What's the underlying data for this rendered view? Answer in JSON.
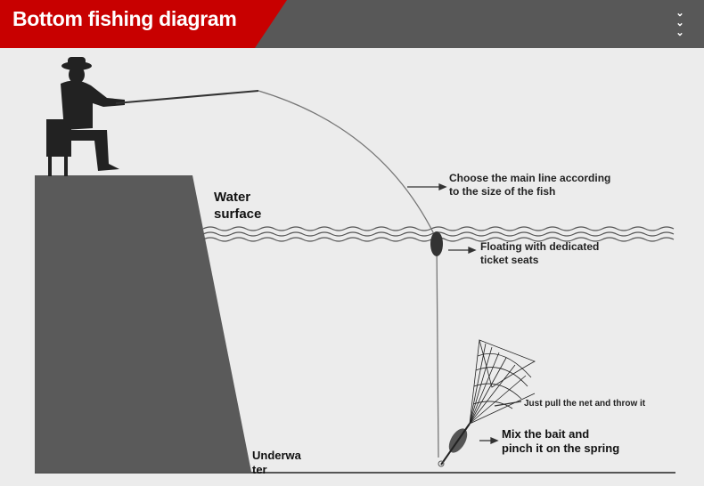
{
  "header": {
    "title": "Bottom fishing diagram",
    "accent_color": "#c80000",
    "bar_color": "#585858",
    "scroll_icon": "triple-chevron-down-icon"
  },
  "labels": {
    "water_surface_line1": "Water",
    "water_surface_line2": "surface",
    "main_line_1": "Choose the main line according",
    "main_line_2": "to the size of the fish",
    "float_1": "Floating with dedicated",
    "float_2": "ticket seats",
    "net": "Just pull the net and throw it",
    "bait_1": "Mix the bait and",
    "bait_2": "pinch it on the spring",
    "underwater_1": "Underwa",
    "underwater_2": "ter"
  }
}
